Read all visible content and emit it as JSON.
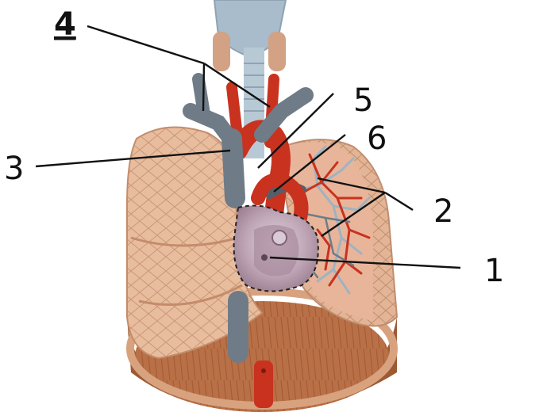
{
  "diagram": {
    "callouts": [
      {
        "id": "1",
        "label": "1"
      },
      {
        "id": "2",
        "label": "2"
      },
      {
        "id": "3",
        "label": "3"
      },
      {
        "id": "4",
        "label": "4"
      },
      {
        "id": "5",
        "label": "5"
      },
      {
        "id": "6",
        "label": "6"
      }
    ]
  },
  "colors": {
    "lung_tissue": "#e8bd9e",
    "lung_shadow": "#d29a7a",
    "diaphragm": "#c9835a",
    "vein_gray": "#6f7c87",
    "artery_red": "#c8321f",
    "trachea_blue": "#9fb4c4",
    "heart_cut": "#c7b3c0"
  }
}
